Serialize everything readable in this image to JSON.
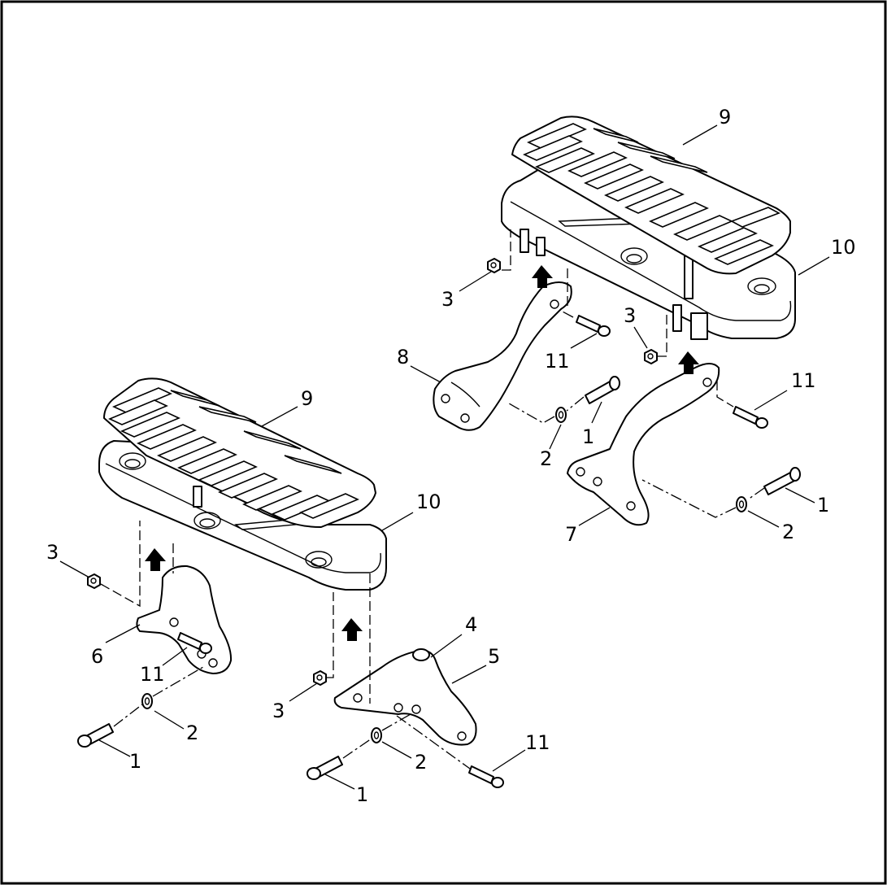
{
  "diagram": {
    "callouts": {
      "c1a": "1",
      "c1b": "1",
      "c1c": "1",
      "c1d": "1",
      "c2a": "2",
      "c2b": "2",
      "c2c": "2",
      "c2d": "2",
      "c3a": "3",
      "c3b": "3",
      "c3c": "3",
      "c3d": "3",
      "c4": "4",
      "c5": "5",
      "c6": "6",
      "c7": "7",
      "c8": "8",
      "c9a": "9",
      "c9b": "9",
      "c10a": "10",
      "c10b": "10",
      "c11a": "11",
      "c11b": "11",
      "c11c": "11",
      "c11d": "11"
    }
  }
}
